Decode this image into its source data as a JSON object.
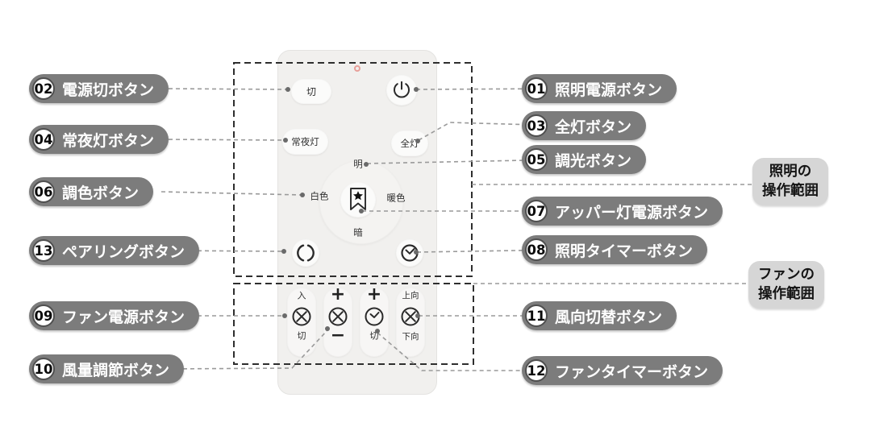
{
  "left_labels": [
    {
      "num": "02",
      "label": "電源切ボタン"
    },
    {
      "num": "04",
      "label": "常夜灯ボタン"
    },
    {
      "num": "06",
      "label": "調色ボタン"
    },
    {
      "num": "13",
      "label": "ペアリングボタン"
    },
    {
      "num": "09",
      "label": "ファン電源ボタン"
    },
    {
      "num": "10",
      "label": "風量調節ボタン"
    }
  ],
  "right_labels": [
    {
      "num": "01",
      "label": "照明電源ボタン"
    },
    {
      "num": "03",
      "label": "全灯ボタン"
    },
    {
      "num": "05",
      "label": "調光ボタン"
    },
    {
      "num": "07",
      "label": "アッパー灯電源ボタン"
    },
    {
      "num": "08",
      "label": "照明タイマーボタン"
    },
    {
      "num": "11",
      "label": "風向切替ボタン"
    },
    {
      "num": "12",
      "label": "ファンタイマーボタン"
    }
  ],
  "range_labels": {
    "light": {
      "line1": "照明の",
      "line2": "操作範囲"
    },
    "fan": {
      "line1": "ファンの",
      "line2": "操作範囲"
    }
  },
  "remote": {
    "power_off": "切",
    "night_light": "常夜灯",
    "all_light": "全灯",
    "dial": {
      "bright": "明",
      "white": "白色",
      "warm": "暖色",
      "dark": "暗"
    },
    "fan_columns": [
      {
        "top": "入",
        "bottom": "切",
        "icon": "fan-icon"
      },
      {
        "top": "+",
        "bottom": "−",
        "icon": "fan-icon"
      },
      {
        "top": "+",
        "bottom": "切",
        "icon": "timer-clock-icon"
      },
      {
        "top": "上向",
        "bottom": "下向",
        "icon": "fan-icon"
      }
    ]
  },
  "icons": {
    "power": "power-icon",
    "favorite": "favorite-star-icon",
    "pairing": "pairing-icon",
    "light_timer": "timer-clock-icon",
    "fan": "fan-icon",
    "fan_timer": "timer-clock-icon",
    "led": "led-indicator"
  },
  "colors": {
    "label_pill_bg": "#7c7c7c",
    "label_pill_text": "#ffffff",
    "badge_bg": "#ffffff",
    "badge_border": "#4f4f4f",
    "badge_text": "#0b0b0b",
    "range_pill_bg": "#d6d6d6",
    "range_pill_text": "#141414",
    "remote_body": "#f1f0ee",
    "remote_button": "#fbfbfa",
    "remote_text": "#2f2f2f",
    "icon_stroke": "#2a2a2a",
    "leader_line": "#9a9a9a",
    "frame_line": "#2e2e2e",
    "led_ring": "#e8a09a",
    "background": "#ffffff"
  }
}
